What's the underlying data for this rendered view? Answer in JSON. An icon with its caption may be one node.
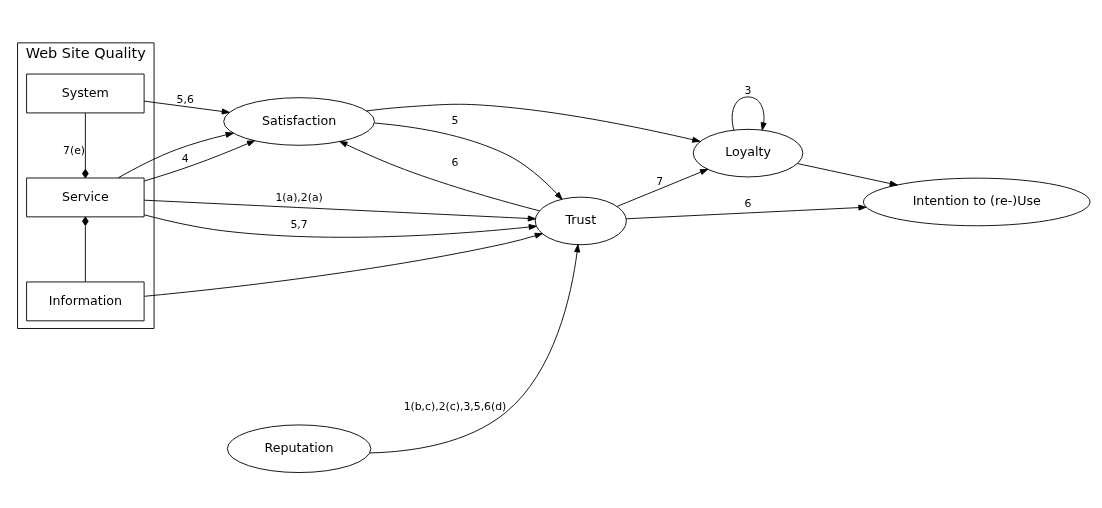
{
  "diagram": {
    "nodes": [
      {
        "text": [
          "Web Site Quality"
        ]
      },
      {
        "text": [
          "System"
        ],
        "in": 0
      },
      {
        "text": [
          "Service"
        ],
        "in": 0
      },
      {
        "text": [
          "Information"
        ],
        "in": 0
      },
      {
        "text": [
          "Satisfaction"
        ]
      },
      {
        "text": [
          "Loyalty"
        ]
      },
      {
        "text": [
          "Intention to (re-)Use"
        ]
      },
      {
        "text": [
          "Trust"
        ]
      },
      {
        "text": [
          "Reputation"
        ]
      }
    ],
    "edges": [
      {
        "from": 1,
        "to": 4,
        "arrow": "to",
        "label": "5,6"
      },
      {
        "from": 2,
        "to": 4,
        "arrow": "to"
      },
      {
        "from": 2,
        "to": 4,
        "arrow": "to",
        "label": "4"
      },
      {
        "from": 2,
        "to": 7,
        "arrow": "to",
        "label": "1(a),2(a)"
      },
      {
        "from": 2,
        "to": 7,
        "arrow": "to",
        "label": "5,7"
      },
      {
        "from": 3,
        "to": 7,
        "arrow": "to"
      },
      {
        "from": 1,
        "to": 2,
        "arrow": "other",
        "label": "7(e)"
      },
      {
        "from": 3,
        "to": 2,
        "arrow": "other"
      },
      {
        "from": 4,
        "to": 5,
        "arrow": "to"
      },
      {
        "from": 4,
        "to": 7,
        "arrow": "to",
        "label": "5"
      },
      {
        "from": 7,
        "to": 4,
        "arrow": "to",
        "label": "6"
      },
      {
        "from": 7,
        "to": 5,
        "arrow": "to",
        "label": "7"
      },
      {
        "from": 5,
        "to": 5,
        "arrow": "to",
        "label": "3"
      },
      {
        "from": 5,
        "to": 6,
        "arrow": "to"
      },
      {
        "from": 7,
        "to": 6,
        "arrow": "to",
        "label": "6"
      },
      {
        "from": 8,
        "to": 7,
        "arrow": "to",
        "label": "1(b,c),2(c),3,5,6(d)"
      }
    ]
  }
}
